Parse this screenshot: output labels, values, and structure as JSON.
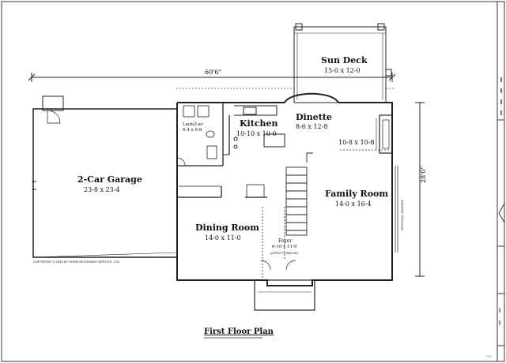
{
  "plan": {
    "title": "First Floor Plan",
    "overall_width": "60'6\"",
    "overall_depth": "28'0\"",
    "copyright": "COPYRIGHT  © 2010 BY HOME DESIGNING SERVICE, LTD.",
    "watermark": "SIMI",
    "rooms": {
      "sun_deck": {
        "name": "Sun Deck",
        "size": "15-0 x 12-0"
      },
      "kitchen": {
        "name": "Kitchen",
        "size": "10-10 x 10-0"
      },
      "dinette": {
        "name": "Dinette",
        "size": "8-6 x 12-8"
      },
      "laun_lav": {
        "name": "Laun/Lav",
        "size": "6-4 x 9-8"
      },
      "garage": {
        "name": "2-Car Garage",
        "size": "23-8 x 23-4"
      },
      "family_room": {
        "name": "Family Room",
        "size": "14-0 x 16-4"
      },
      "family_extra": {
        "size": "10-8 x 10-8"
      },
      "dining_room": {
        "name": "Dining Room",
        "size": "14-0 x 11-0"
      },
      "foyer": {
        "name": "Foyer",
        "size": "6-10 x 11-9",
        "note": "(OPEN TO ABOVE)"
      }
    },
    "optional_window": "OPTIONAL WINDOW"
  },
  "colors": {
    "line": "#222222",
    "paper": "#ffffff",
    "border_red": "#b02020"
  }
}
